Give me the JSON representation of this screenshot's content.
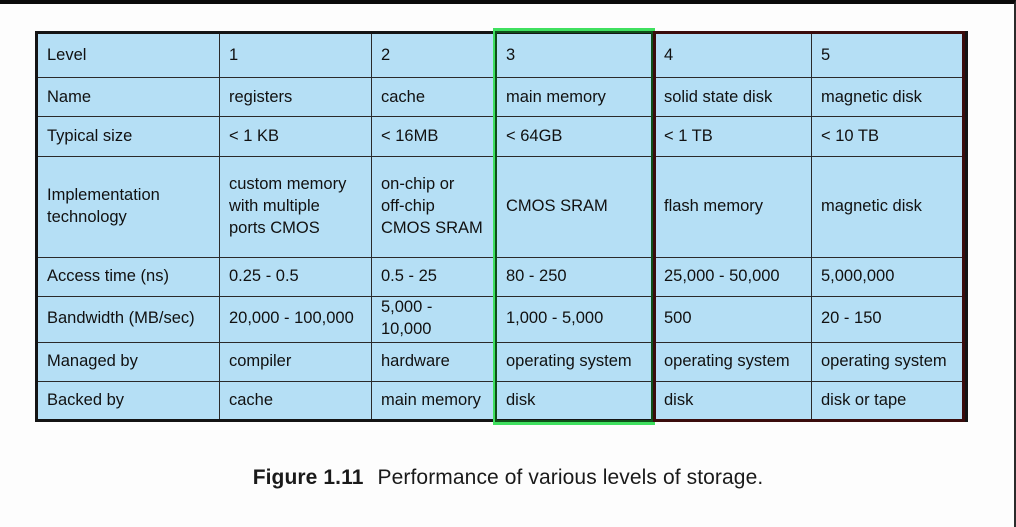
{
  "figure": {
    "caption_label": "Figure 1.11",
    "caption_text": "Performance of various levels of storage."
  },
  "colors": {
    "header_gray": "#cccccc",
    "header_green": "#4cc74c",
    "header_red": "#cf4137",
    "cell_blue": "#b5dff5",
    "cell_green": "#3fe05f",
    "cell_red": "#c65964",
    "border_dark": "#141414",
    "green_outline": "#3fe05f",
    "red_outline": "#3a0c0c"
  },
  "table": {
    "row_labels": [
      "Level",
      "Name",
      "Typical size",
      "Implementation\ntechnology",
      "Access time (ns)",
      "Bandwidth (MB/sec)",
      "Managed by",
      "Backed by"
    ],
    "levels": [
      "1",
      "2",
      "3",
      "4",
      "5"
    ],
    "rows": [
      {
        "label": "Level",
        "cells": [
          "1",
          "2",
          "3",
          "4",
          "5"
        ]
      },
      {
        "label": "Name",
        "cells": [
          "registers",
          "cache",
          "main memory",
          "solid state disk",
          "magnetic disk"
        ]
      },
      {
        "label": "Typical size",
        "cells": [
          "< 1 KB",
          "< 16MB",
          "< 64GB",
          "< 1 TB",
          "< 10 TB"
        ]
      },
      {
        "label": "Implementation\ntechnology",
        "cells": [
          "custom memory\nwith multiple\nports CMOS",
          "on-chip or\noff-chip\nCMOS SRAM",
          "CMOS SRAM",
          "flash memory",
          "magnetic disk"
        ]
      },
      {
        "label": "Access time (ns)",
        "cells": [
          "0.25 - 0.5",
          "0.5 - 25",
          "80 - 250",
          "25,000 - 50,000",
          "5,000,000"
        ]
      },
      {
        "label": "Bandwidth (MB/sec)",
        "cells": [
          "20,000 - 100,000",
          "5,000 - 10,000",
          "1,000 - 5,000",
          "500",
          "20 - 150"
        ]
      },
      {
        "label": "Managed by",
        "cells": [
          "compiler",
          "hardware",
          "operating system",
          "operating system",
          "operating system"
        ]
      },
      {
        "label": "Backed by",
        "cells": [
          "cache",
          "main memory",
          "disk",
          "disk",
          "disk or tape"
        ]
      }
    ]
  }
}
